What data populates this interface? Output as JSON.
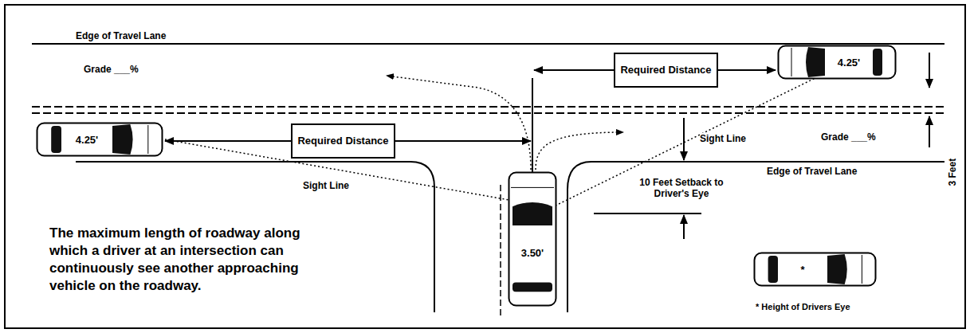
{
  "diagram": {
    "nodes": [
      {
        "text": [
          "Required Distance"
        ]
      },
      {
        "text": [
          "4.25'"
        ]
      },
      {
        "text": [
          "4.25'"
        ]
      },
      {
        "text": [
          "Required Distance"
        ]
      },
      {
        "text": [
          "3.50'"
        ]
      },
      {
        "text": [
          "*"
        ]
      }
    ],
    "edges": [
      {
        "from": 0,
        "to": 1,
        "arrow": "to"
      },
      {
        "from": 3,
        "to": 2,
        "arrow": "to"
      }
    ],
    "labels": [
      "Edge of Travel Lane",
      "Grade ___%",
      "Sight Line",
      "Grade ___%",
      "Edge of Travel Lane",
      "10 Feet Setback to Driver's Eye",
      "3 Feet",
      "Sight Line",
      "The maximum length of roadway along which a driver at an intersection can continuously see another approaching vehicle on the roadway.",
      "* Height of Drivers Eye"
    ]
  }
}
